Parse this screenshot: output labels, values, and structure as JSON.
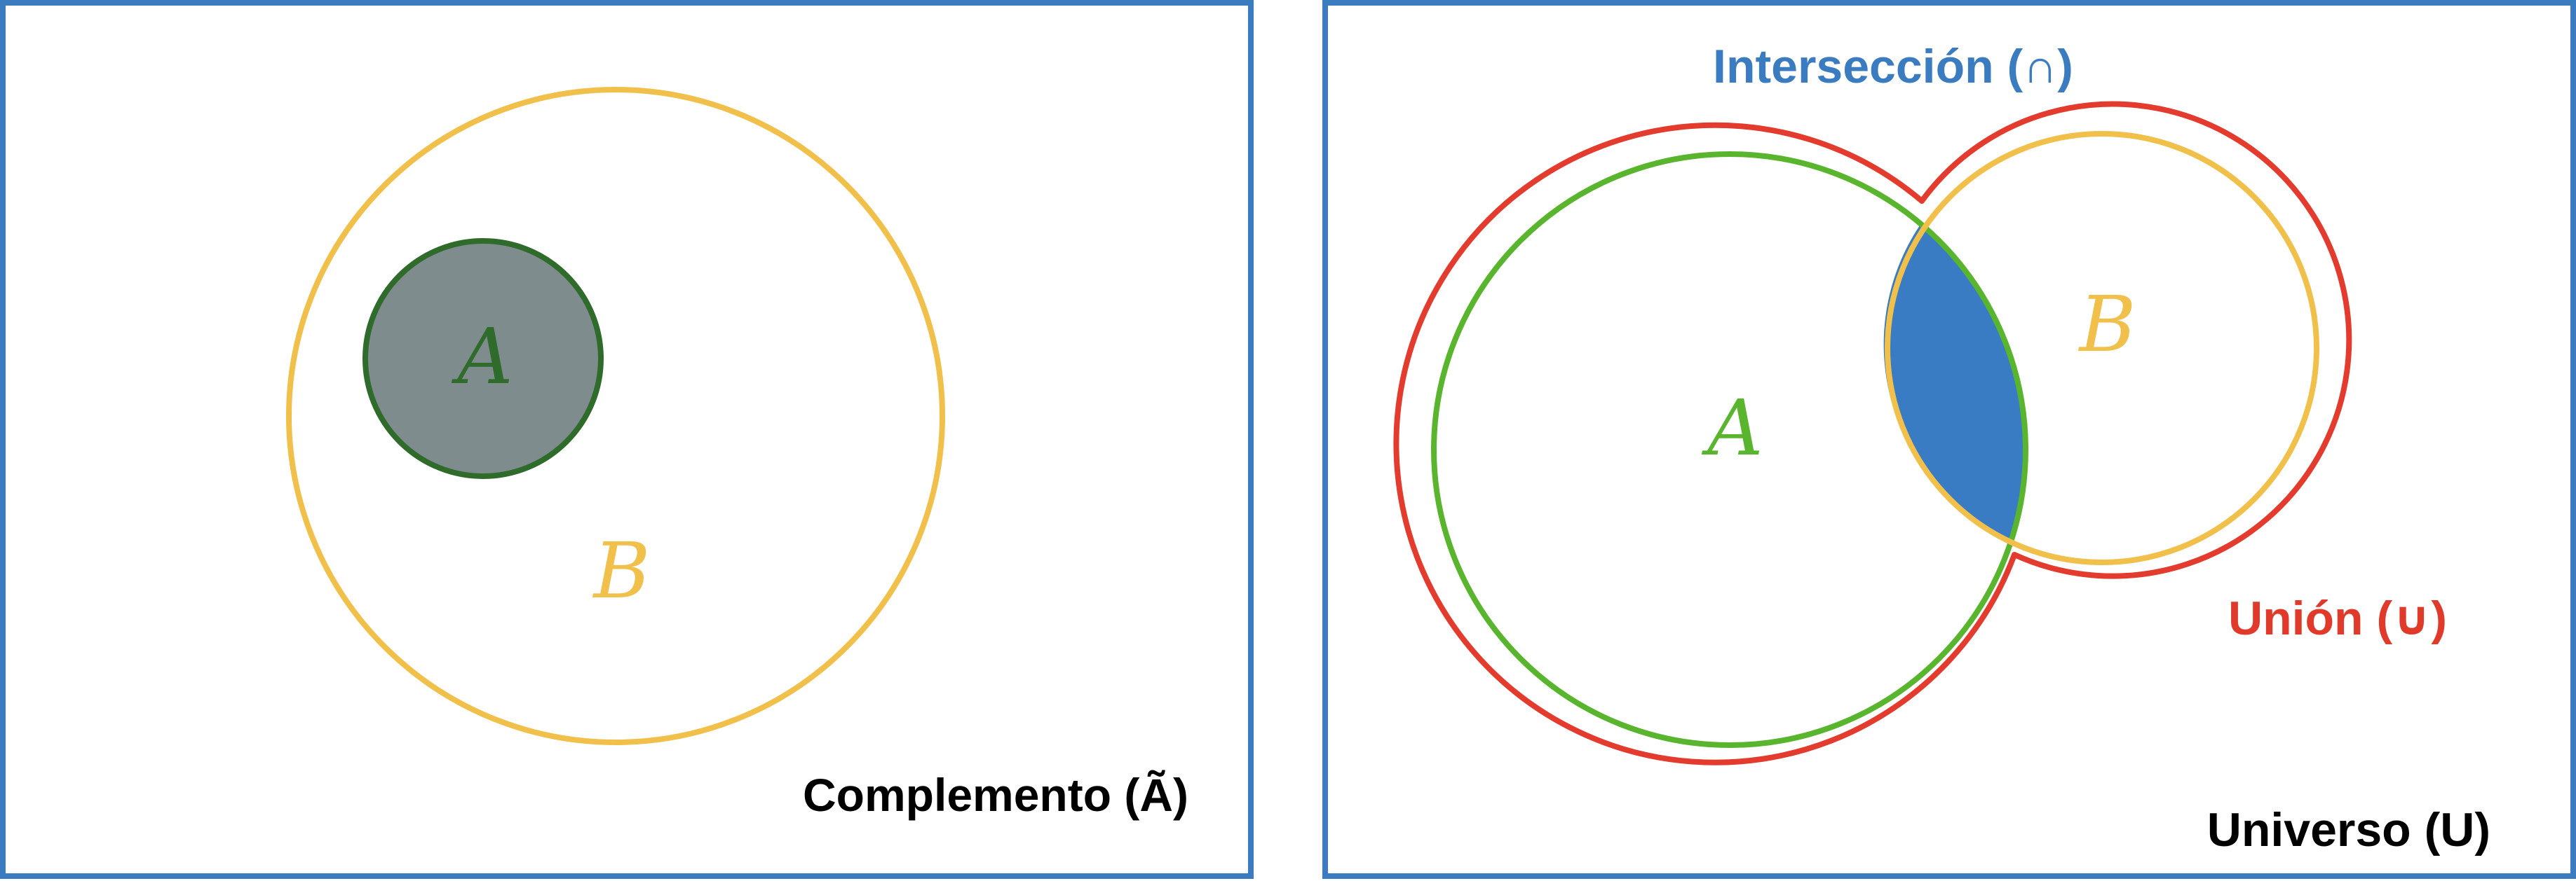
{
  "colors": {
    "frame": "#3b7cc0",
    "set_a_outline": "#2f6b2a",
    "set_a_fill": "#7f8c8d",
    "set_b_outline": "#f0c04a",
    "set_a_right_outline": "#5ab52e",
    "union_outline": "#e33b2e",
    "intersection_fill": "#397cc3",
    "text_black": "#000000",
    "intersection_text": "#3b7cc0",
    "union_text": "#e03a2a"
  },
  "left_panel": {
    "set_a_label": "A",
    "set_b_label": "B",
    "caption": "Complemento (Ã)"
  },
  "right_panel": {
    "set_a_label": "A",
    "set_b_label": "B",
    "intersection_caption": "Intersección (∩)",
    "union_caption": "Unión (∪)",
    "universe_caption": "Universo (U)"
  }
}
